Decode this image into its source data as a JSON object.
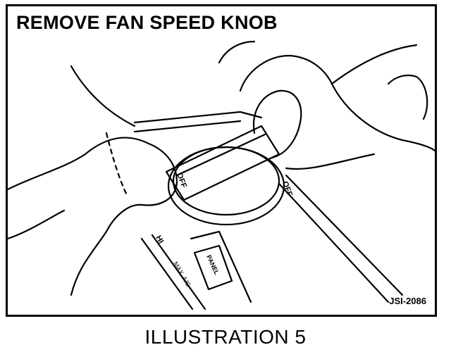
{
  "title": "REMOVE FAN SPEED KNOB",
  "figure_code": "JSI-2086",
  "caption": "ILLUSTRATION 5",
  "labels": {
    "knob_left": "OFF",
    "knob_right": "OFF",
    "panel_a": "HI",
    "panel_b": "MAX. A/C",
    "panel_c": "PANEL"
  }
}
